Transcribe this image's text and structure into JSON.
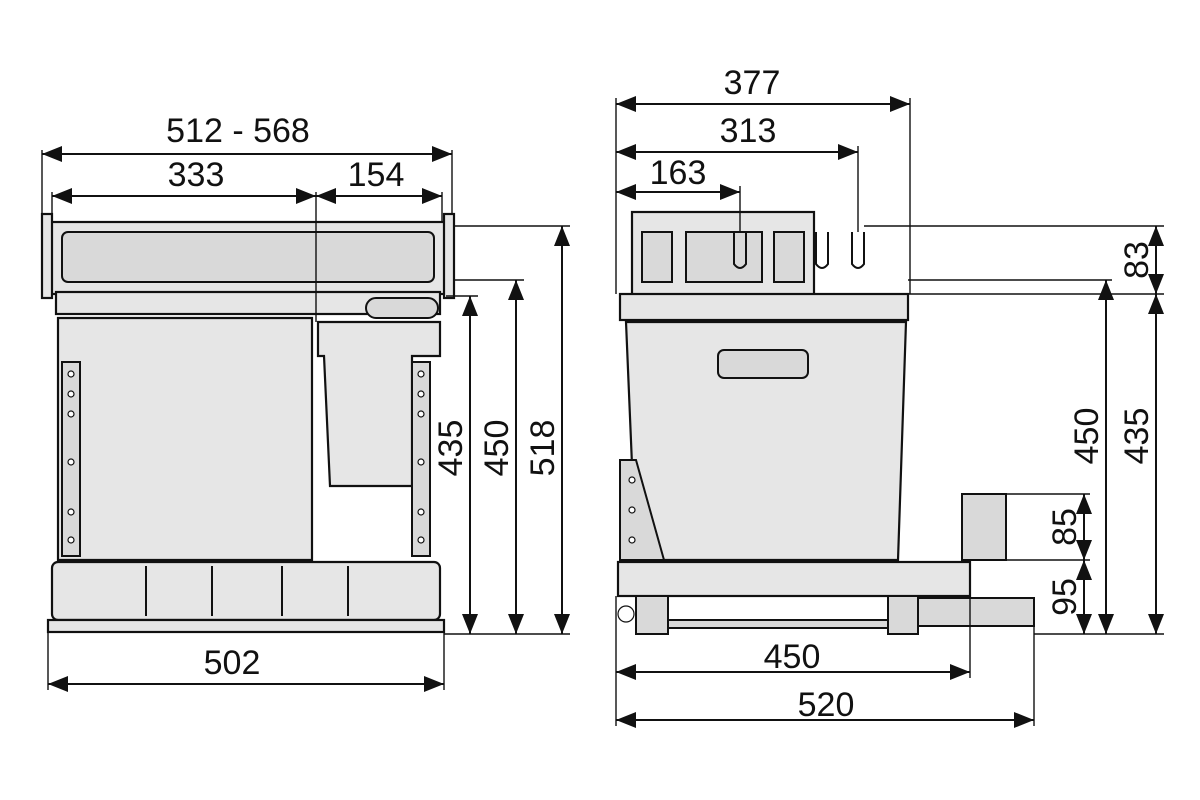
{
  "diagram": {
    "front_view": {
      "width_range": "512 - 568",
      "compartment_left": "333",
      "compartment_right": "154",
      "bottom_width": "502",
      "height_435": "435",
      "height_450": "450",
      "height_518": "518"
    },
    "side_view": {
      "overall_depth": "377",
      "hook_depth_313": "313",
      "hook_depth_163": "163",
      "top_height": "83",
      "height_450": "450",
      "height_435": "435",
      "step_height": "85",
      "base_height": "95",
      "bottom_depth_450": "450",
      "bottom_depth_520": "520"
    }
  }
}
